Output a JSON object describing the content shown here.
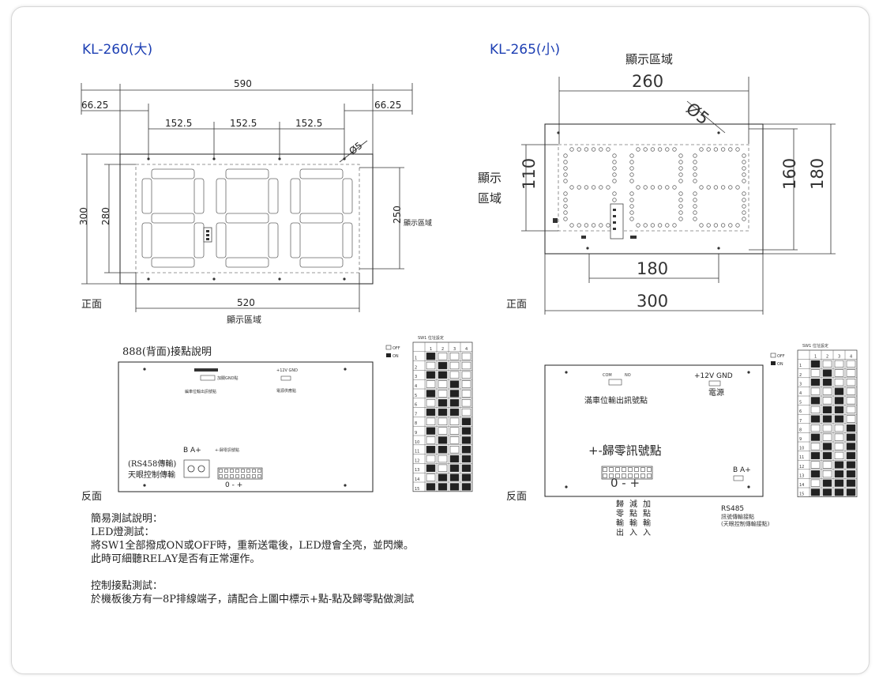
{
  "left": {
    "title": "KL-260(大)",
    "dims": {
      "total_w": "590",
      "side_l": "66.25",
      "side_r": "66.25",
      "pitch": [
        "152.5",
        "152.5",
        "152.5"
      ],
      "hole": "Ø5",
      "h_outer": "300",
      "h_inner": "280",
      "h_disp": "250",
      "disp_w": "520"
    },
    "disp_label_right": "顯示區域",
    "disp_label_bottom": "顯示區域",
    "front": "正面",
    "back": "反面",
    "back_title": "888(背面)接點說明",
    "back_labels": {
      "gnd": "加關GND點",
      "mux": "編車位輸出訊號點",
      "pwr_head": "+12V GND",
      "pwr": "電源供應點",
      "ba": "B A+",
      "zero": "+-歸零訊號點",
      "rs": "(RS458傳輸)",
      "ext": "天眼控制傳輸",
      "pm": "0 - +"
    }
  },
  "right": {
    "title": "KL-265(小)",
    "dims": {
      "total_w": "260",
      "hole": "Ø5",
      "h_disp": "110",
      "h_a": "160",
      "h_b": "180",
      "inner_w": "180",
      "outer_w": "300"
    },
    "disp_label_top": "顯示區域",
    "disp_label_left_1": "顯示",
    "disp_label_left_2": "區域",
    "front": "正面",
    "back": "反面",
    "back_labels": {
      "com": "COM",
      "no": "NO",
      "pwr_head": "+12V GND",
      "pwr": "電源",
      "mux": "滿車位輸出訊號點",
      "zero": "+-歸零訊號點",
      "ba": "B A+",
      "pm": "0 - +",
      "rs1": "RS485",
      "rs2": "訊號傳輸接點",
      "rs3": "(天眼控制傳輸接點)",
      "cols": [
        "歸零輸出",
        "減點輸入",
        "加點輸入"
      ]
    }
  },
  "sw_table": {
    "title": "SW1 位址設定",
    "on": "ON",
    "off": "OFF",
    "headers": [
      "1",
      "2",
      "3",
      "4"
    ],
    "rows": [
      "1",
      "2",
      "3",
      "4",
      "5",
      "6",
      "7",
      "8",
      "9",
      "10",
      "11",
      "12",
      "13",
      "14",
      "15"
    ]
  },
  "notes": {
    "l1": "簡易測試說明：",
    "l2": "LED燈測試：",
    "l3": "將SW1全部撥成ON或OFF時，重新送電後，LED燈會全亮，並閃爍。",
    "l4": "此時可細聽RELAY是否有正常運作。",
    "l5": "控制接點測試：",
    "l6": "於機板後方有一8P排線端子，請配合上圖中標示+點-點及歸零點做測試"
  },
  "colors": {
    "title": "#1d3fb3",
    "line": "#222222"
  }
}
